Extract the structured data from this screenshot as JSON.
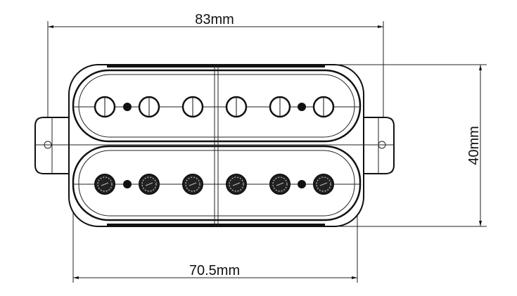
{
  "title": "Humbucker pickup dimension drawing",
  "dimensions": {
    "overall_length": "83mm",
    "height": "40mm",
    "bobbin_length": "70.5mm"
  },
  "pole_count_per_coil": 6,
  "colors": {
    "line": "#111111",
    "background": "#ffffff"
  }
}
